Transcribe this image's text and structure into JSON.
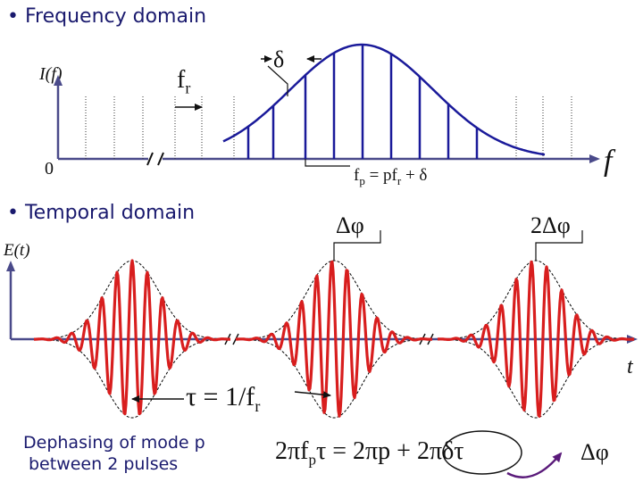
{
  "frequency": {
    "title": "• Frequency domain",
    "y_label": "I(f)",
    "zero_label": "0",
    "fr_label": "f",
    "fr_sub": "r",
    "delta_label": "δ",
    "fp_label_main": "f",
    "fp_label_sub": "p",
    "fp_label_rest": " = pf",
    "fp_label_sub2": "r",
    "fp_label_end": " + δ",
    "f_axis_label": "f"
  },
  "temporal": {
    "title": "• Temporal domain",
    "y_label": "E(t)",
    "dphi1": "Δφ",
    "dphi2": "2Δφ",
    "t_axis_label": "t",
    "tau_label": "τ = 1/f",
    "tau_sub": "r"
  },
  "footnote": {
    "line1": "Dephasing of mode p",
    "line2": "between 2 pulses"
  },
  "equation": {
    "lhs": "2πf",
    "lhs_sub": "p",
    "lhs_end": "τ = 2πp + ",
    "circled": "2πδτ",
    "result": "Δφ"
  },
  "colors": {
    "axis": "#4a4a8a",
    "pulse": "#d81e1e",
    "envelope": "#000000",
    "comb": "#1a1a9a",
    "gaussian": "#1a1a9a",
    "text_title": "#1a1a6e"
  }
}
